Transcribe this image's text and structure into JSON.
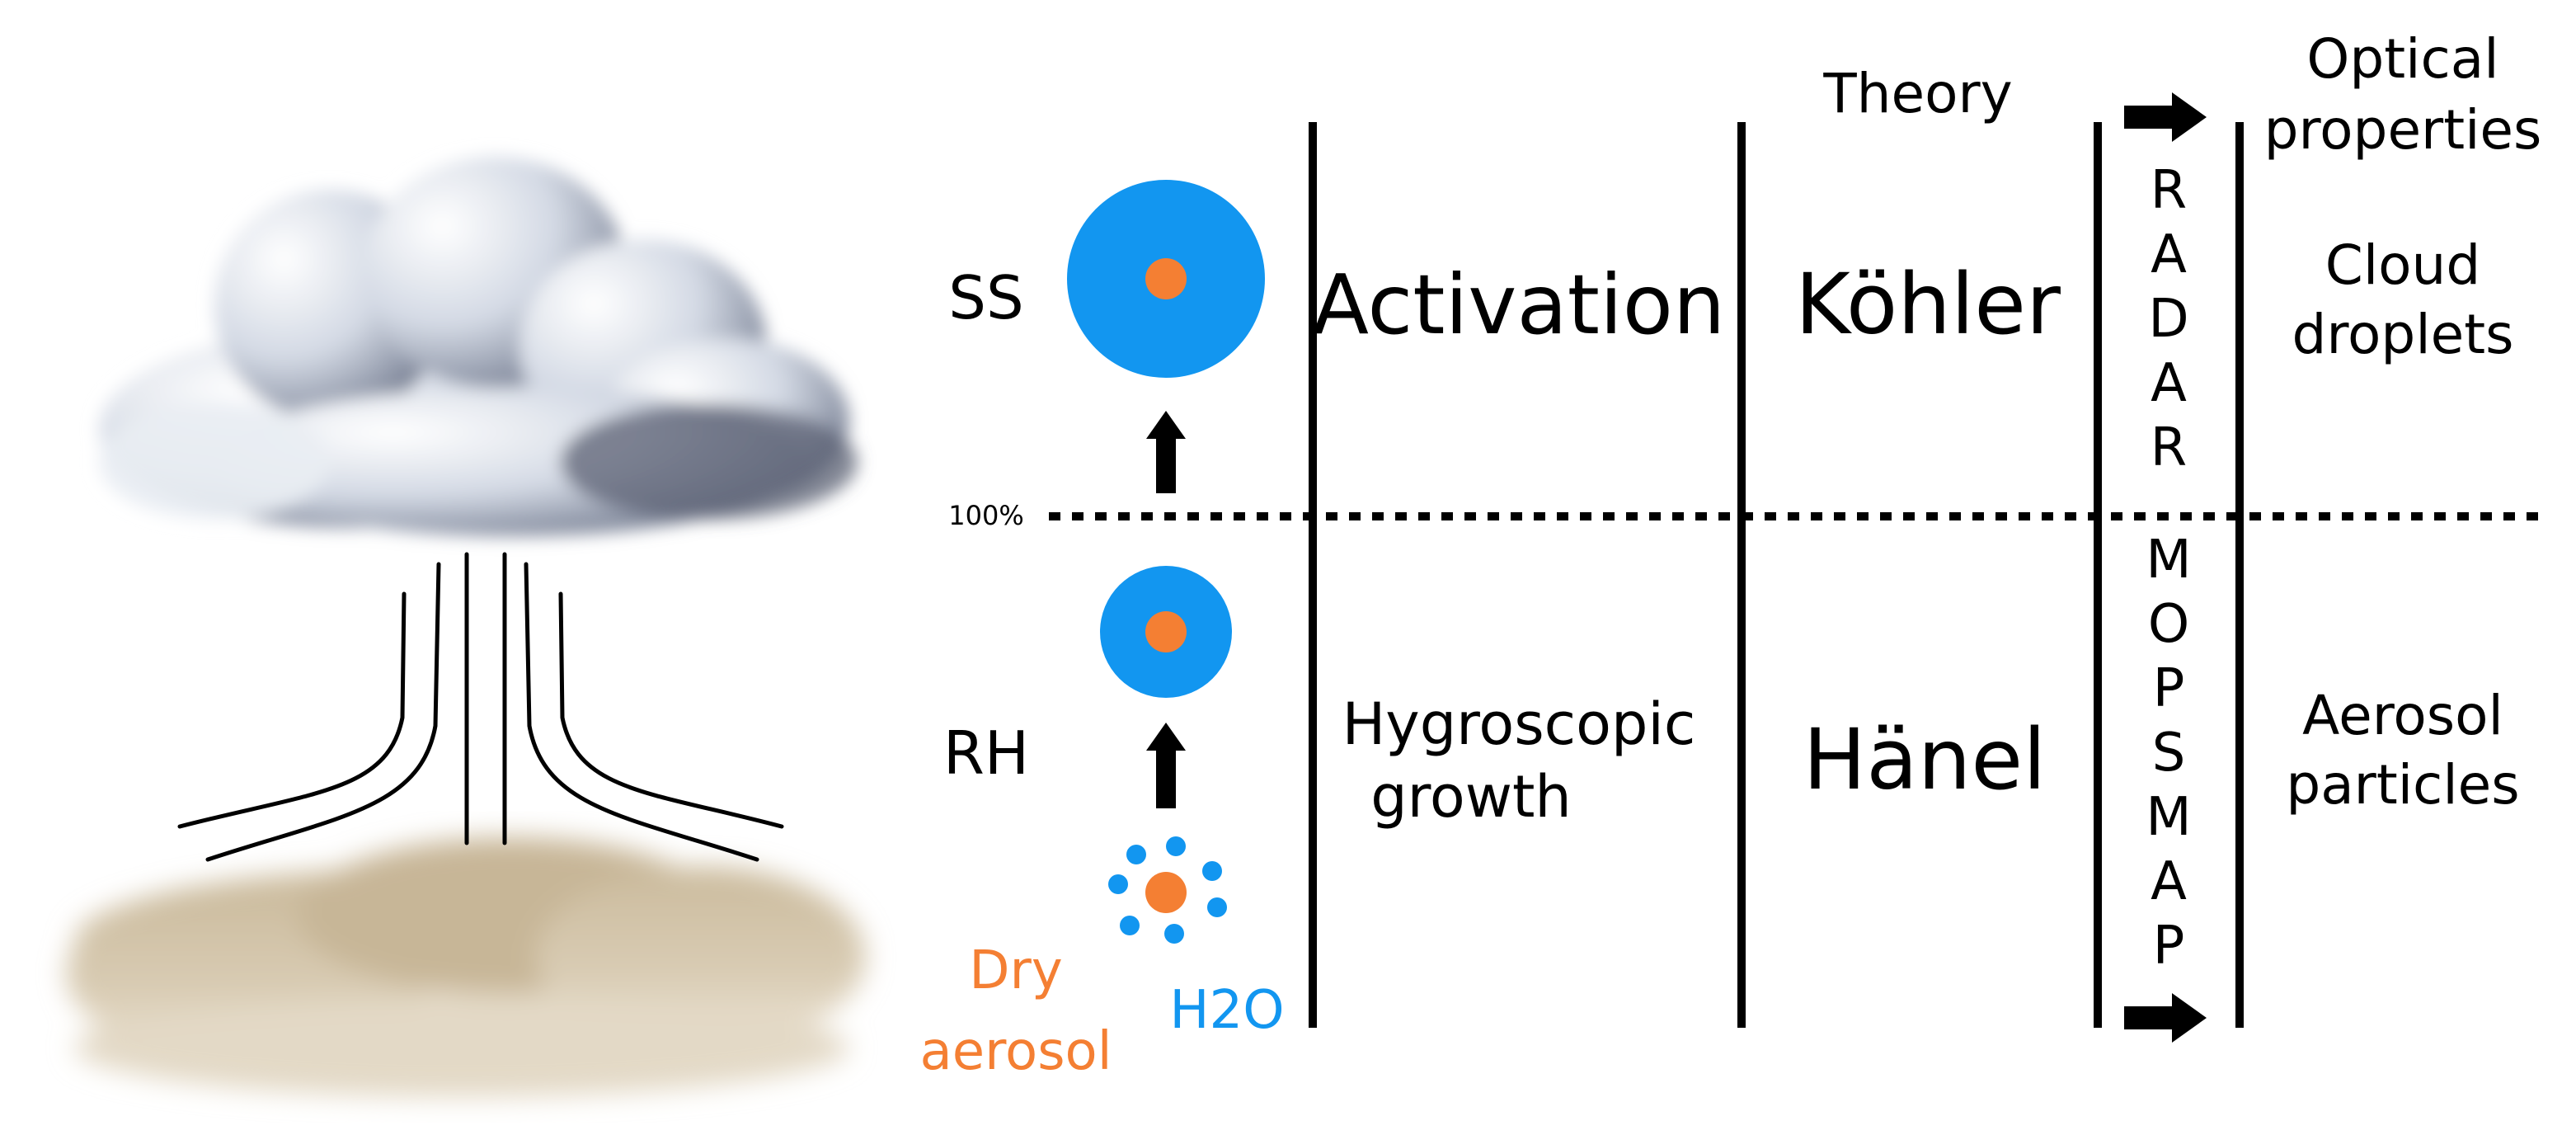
{
  "labels": {
    "ss": "SS",
    "rh": "RH",
    "threshold": "100%",
    "dry_aerosol_line1": "Dry",
    "dry_aerosol_line2": "aerosol",
    "water": "H2O"
  },
  "processes": {
    "upper": "Activation",
    "lower_line1": "Hygroscopic",
    "lower_line2": "growth"
  },
  "theory": {
    "header": "Theory",
    "upper": "Köhler",
    "lower": "Hänel"
  },
  "instruments": {
    "upper": "RADAR",
    "lower": "MOPSMAP"
  },
  "properties": {
    "header_line1": "Optical",
    "header_line2": "properties",
    "upper_line1": "Cloud",
    "upper_line2": "droplets",
    "lower_line1": "Aerosol",
    "lower_line2": "particles"
  },
  "colors": {
    "water_blue": "#1296f0",
    "aerosol_orange": "#f47f33",
    "ink": "#000000",
    "cloud_light": "#eef1f6",
    "cloud_dark": "#4f5566",
    "dust_light": "#e5dccb",
    "dust_dark": "#bca98a"
  }
}
